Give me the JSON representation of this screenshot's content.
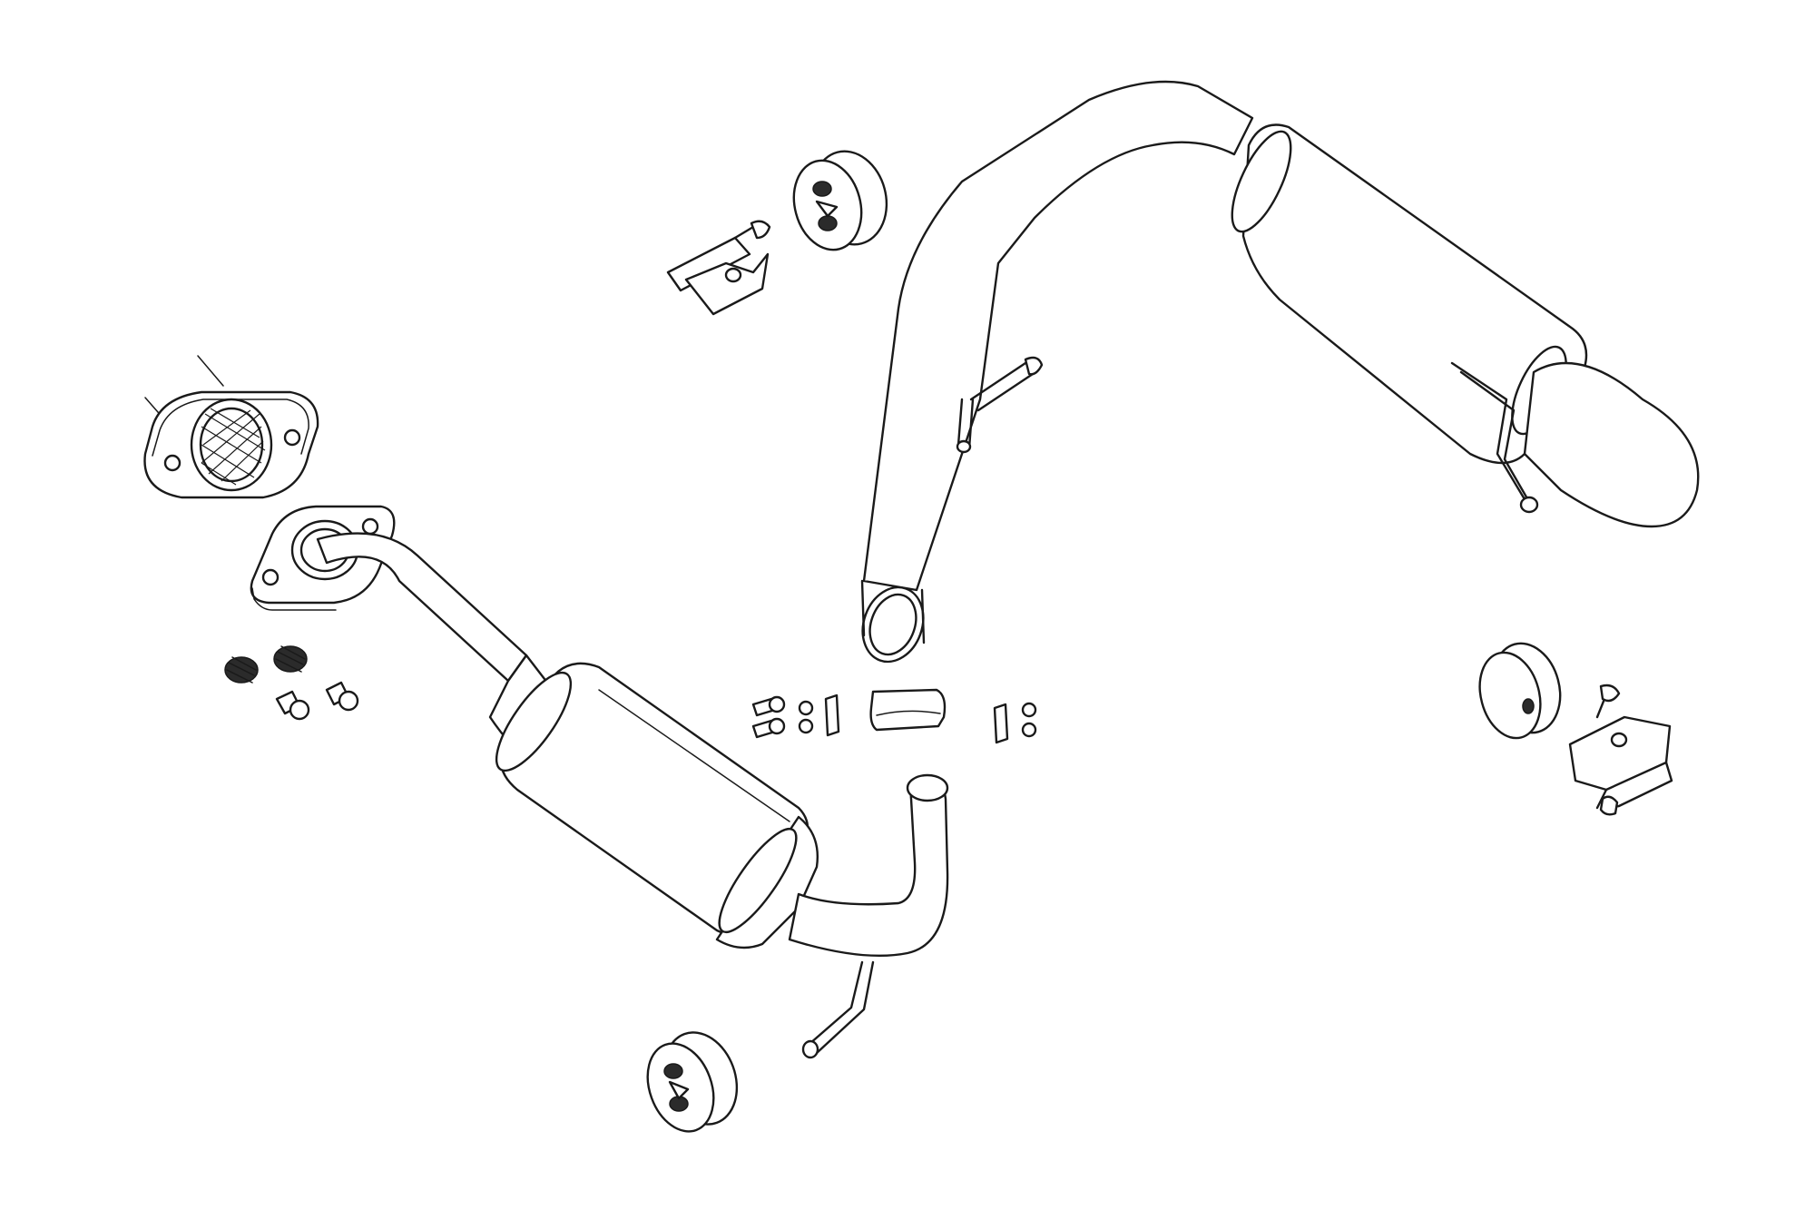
{
  "diagram": {
    "type": "exploded-parts-view",
    "style": "black line art on white",
    "colors": {
      "line": "#1a1a1a",
      "background": "#ffffff"
    },
    "parts": [
      "exhaust-gasket",
      "front-pipe-with-catalytic-converter",
      "flange-studs-and-bolts",
      "rubber-hanger",
      "hanger-bracket",
      "clamp-bolts-and-nuts",
      "exhaust-clamp",
      "rear-pipe-with-muffler"
    ]
  }
}
